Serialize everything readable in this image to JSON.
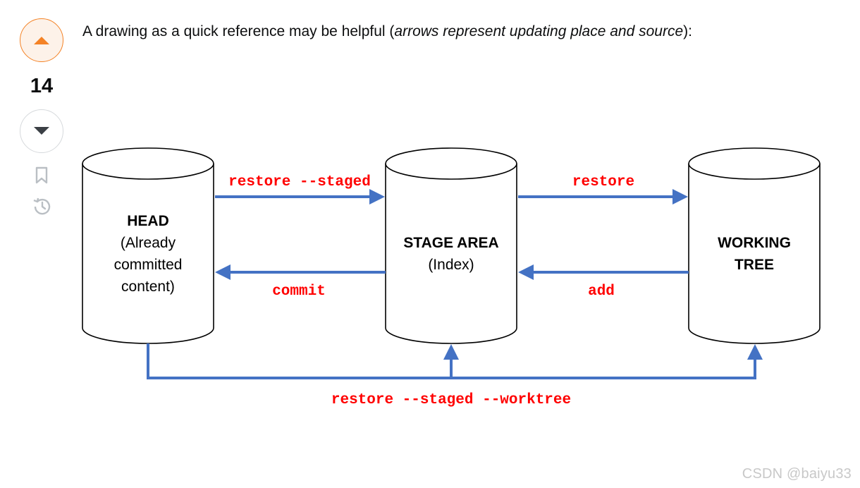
{
  "vote": {
    "count": "14",
    "up_icon": "caret-up-icon",
    "down_icon": "caret-down-icon",
    "bookmark_icon": "bookmark-icon",
    "history_icon": "history-icon"
  },
  "post": {
    "intro_plain": "A drawing as a quick reference may be helpful (",
    "intro_italic": "arrows represent updating place and source",
    "intro_end": "):"
  },
  "diagram": {
    "nodes": {
      "head": {
        "title": "HEAD",
        "line1": "(Already",
        "line2": "committed",
        "line3": "content)"
      },
      "stage": {
        "title": "STAGE AREA",
        "line1": "(Index)"
      },
      "worktree": {
        "title_line1": "WORKING",
        "title_line2": "TREE"
      }
    },
    "labels": {
      "restore_staged": "restore --staged",
      "restore": "restore",
      "commit": "commit",
      "add": "add",
      "restore_staged_worktree": "restore --staged --worktree"
    },
    "colors": {
      "arrow": "#4472c4",
      "label": "#ff0000",
      "cylinder_stroke": "#000000"
    }
  },
  "watermark": "CSDN @baiyu33"
}
